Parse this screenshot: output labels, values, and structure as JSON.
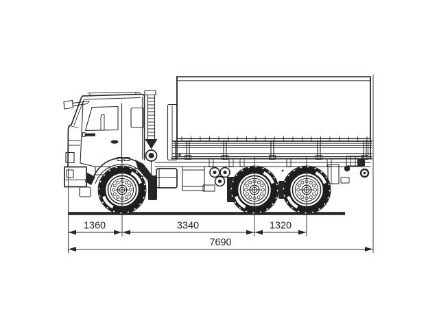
{
  "diagram": {
    "subject": "three-axle drop-side truck with tarpaulin canopy",
    "view": "side elevation dimension drawing",
    "units": "mm",
    "background_color": "#ffffff",
    "line_color": "#262626",
    "axle_count": 3,
    "dimensions": {
      "front_overhang": {
        "label": "1360",
        "value_mm": 1360
      },
      "wheelbase": {
        "label": "3340",
        "value_mm": 3340
      },
      "bogie_spacing": {
        "label": "1320",
        "value_mm": 1320
      },
      "overall_length": {
        "label": "7690",
        "value_mm": 7690
      }
    }
  }
}
